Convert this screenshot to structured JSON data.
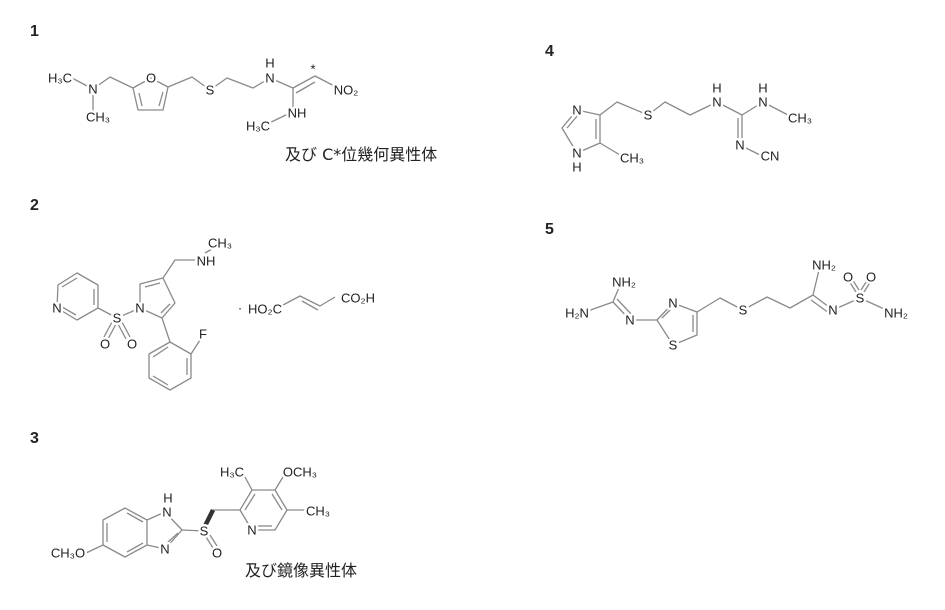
{
  "compounds": [
    {
      "number": "1",
      "labels": [
        "H₃C",
        "N",
        "CH₃",
        "O",
        "S",
        "N",
        "H",
        "*",
        "NO₂",
        "NH",
        "H₃C"
      ],
      "note": "及び C*位幾何異性体"
    },
    {
      "number": "2",
      "labels": [
        "N",
        "S",
        "O",
        "O",
        "N",
        "NH",
        "CH₃",
        "F",
        "·",
        "HO₂C",
        "CO₂H"
      ]
    },
    {
      "number": "3",
      "labels": [
        "CH₃O",
        "H",
        "N",
        "N",
        "S",
        "O",
        "N",
        "H₃C",
        "OCH₃",
        "CH₃"
      ],
      "note": "及び鏡像異性体"
    },
    {
      "number": "4",
      "labels": [
        "N",
        "N",
        "H",
        "CH₃",
        "S",
        "N",
        "H",
        "N",
        "H",
        "CH₃",
        "N",
        "CN"
      ]
    },
    {
      "number": "5",
      "labels": [
        "NH₂",
        "H₂N",
        "N",
        "N",
        "S",
        "S",
        "NH₂",
        "N",
        "S",
        "O",
        "O",
        "NH₂"
      ]
    }
  ],
  "colors": {
    "bond": "#8a8a8a",
    "text": "#222222"
  }
}
